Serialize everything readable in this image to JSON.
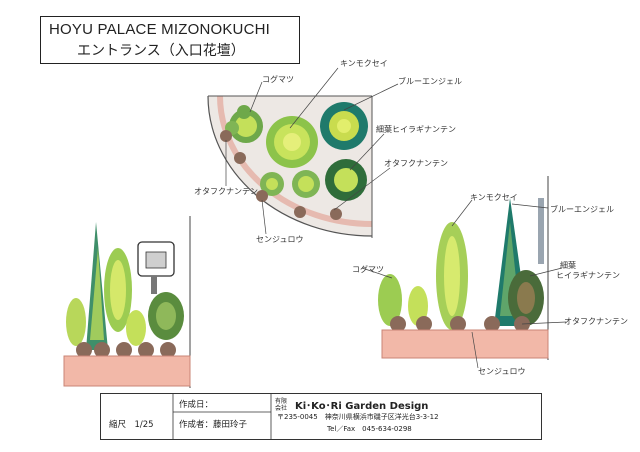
{
  "title": {
    "en": "HOYU PALACE MIZONOKUCHI",
    "jp": "エントランス（入口花壇）"
  },
  "plan_labels": {
    "kogomatsu": "コグマツ",
    "kinmokusei": "キンモクセイ",
    "blue_angel": "ブルーエンジェル",
    "hosoba": "細葉ヒイラギナンテン",
    "otafuku_top": "オタフクナンテン",
    "otafuku_left": "オタフクナンテン",
    "senjuyo": "センジュロウ"
  },
  "elev_labels": {
    "kinmokusei": "キンモクセイ",
    "blue_angel": "ブルーエンジェル",
    "kogomatsu": "コグマツ",
    "hosoba_1": "細葉",
    "hosoba_2": "ヒイラギナンテン",
    "otafuku": "オタフクナンテン",
    "senjuyo": "センジュロウ"
  },
  "footer": {
    "created_date_label": "作成日：",
    "scale": "縮尺　1/25",
    "author": "作成者：藤田玲子",
    "company_prefix_1": "有限",
    "company_prefix_2": "会社",
    "company": "Ki･Ko･Ri  Garden Design",
    "address": "〒235-0045　神奈川県横浜市磯子区洋光台3-3-12",
    "tel": "Tel／Fax　045-634-0298"
  },
  "colors": {
    "planter": "#f2b8a8",
    "planter_border": "#c98476",
    "conifer": "#3f8f6a",
    "yellow_green": "#c4e05a",
    "dark_green": "#2f6d3a",
    "soil": "#bfa99a",
    "teal": "#1f7a6b"
  }
}
